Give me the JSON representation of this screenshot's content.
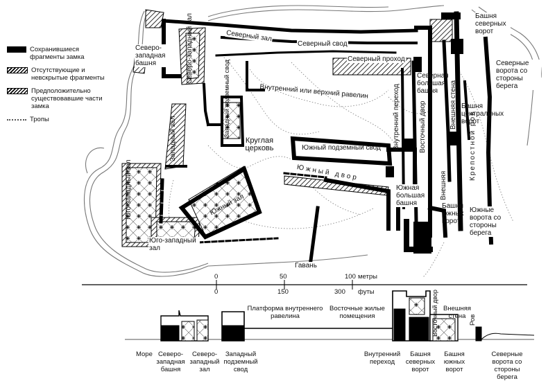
{
  "legend": [
    {
      "icon": "solid-wall-swatch",
      "text": "Сохранившиеся фрагменты замка"
    },
    {
      "icon": "hatched-swatch",
      "text": "Отсутствующие и невскрытые фрагменты"
    },
    {
      "icon": "hatched-swatch",
      "text": "Предположительно существовавшие части замка"
    },
    {
      "icon": "dotted-line-swatch",
      "text": "Тропы"
    }
  ],
  "plan_labels": {
    "nw_tower": "Северо-западная башня",
    "nw_hall": "Северо-западный зал",
    "north_hall": "Северный зал",
    "north_vault": "Северный свод",
    "north_gate_tower": "Башня северных ворот",
    "north_passage": "Северный проход",
    "east_gate_north": "Северные ворота со стороны берега",
    "inner_ravelin": "Внутренний или верхний равелин",
    "west_vault": "Западный подземный свод",
    "inner_passage": "Внутренний переход",
    "north_big_tower": "Северная большая башня",
    "outer_wall": "Внешняя стена",
    "central_gate_tower": "Башня центральных ворот",
    "moat": "Крепостной ров",
    "west_hall": "Западный зал",
    "round_church": "Круглая церковь",
    "south_vault": "Южный подземный свод",
    "east_yard": "Восточный двор",
    "south_yard": "Южный двор",
    "south_hall": "Южный зал",
    "sw_hall_top": "Юго-западный зал",
    "south_big_tower": "Южная большая башня",
    "south_gate_tower": "Башня южных ворот",
    "outer_wall_2": "Внешняя",
    "south_shore_gate": "Южные ворота со стороны берега",
    "sw_hall": "Юго-западный зал",
    "harbour": "Гавань"
  },
  "scale": {
    "meters_ticks": [
      "0",
      "50",
      "100"
    ],
    "meters_unit": "метры",
    "feet_ticks": [
      "0",
      "150",
      "300"
    ],
    "feet_unit": "футы"
  },
  "section_labels": {
    "platform": "Платформа внутреннего равелина",
    "east_living": "Восточные жилые помещения",
    "east_yard": "Восточный двор",
    "outer_wall": "Внешняя стена",
    "moat": "Ров"
  },
  "section_bottom": [
    "Море",
    "Северо-западная башня",
    "Северо-западный зал",
    "Западный подземный свод",
    "Внутренний переход",
    "Башня северных ворот",
    "Башня южных ворот",
    "Северные ворота со стороны берега"
  ]
}
